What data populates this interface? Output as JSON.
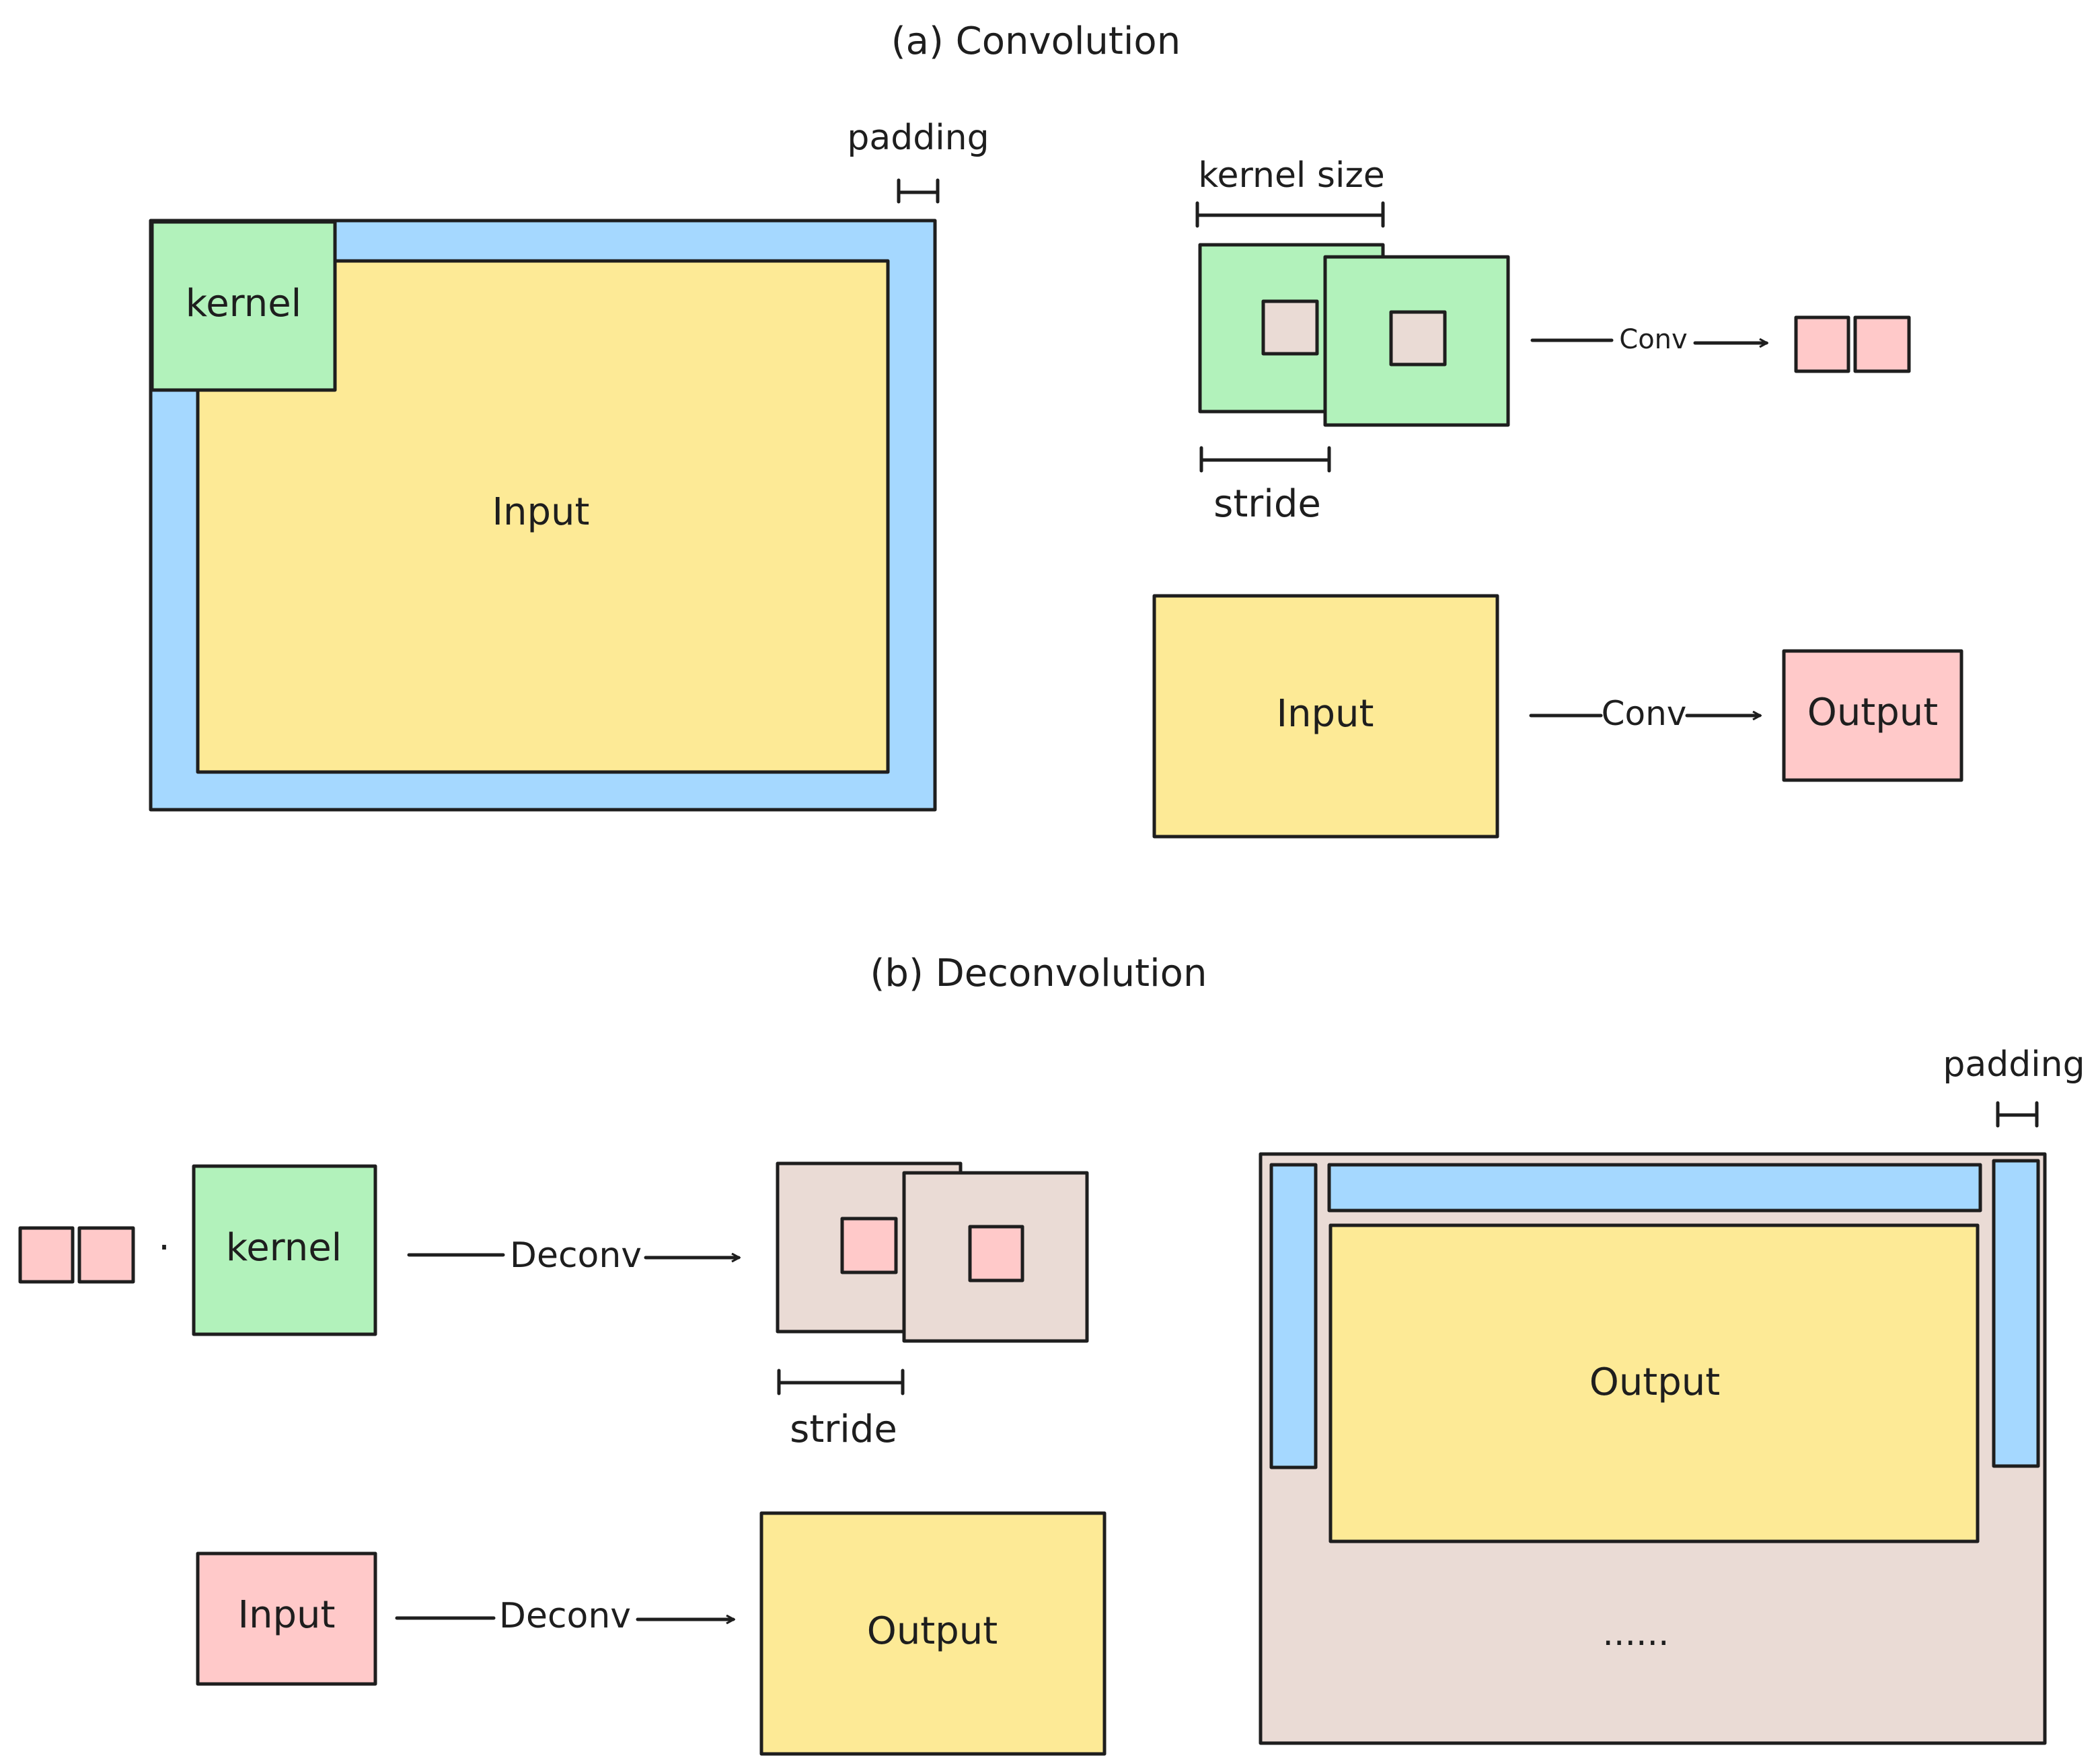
{
  "colors": {
    "input_yellow": "#fdea96",
    "padding_blue": "#a5d8ff",
    "kernel_green": "#b2f2bb",
    "output_pink": "#ffc9c9",
    "beige": "#eadbd5",
    "stroke": "#1e1e1e"
  },
  "section_a": {
    "title": "(a) Convolution",
    "padding_label": "padding",
    "kernel_label": "kernel",
    "input_label": "Input",
    "kernel_size_label": "kernel size",
    "stride_label": "stride",
    "conv_arrow_label_1": "Conv",
    "conv_arrow_label_2": "Conv",
    "input_box_label": "Input",
    "output_box_label": "Output"
  },
  "section_b": {
    "title": "(b) Deconvolution",
    "dot_symbol": "·",
    "kernel_label": "kernel",
    "deconv_arrow_label_1": "Deconv",
    "stride_label": "stride",
    "input_box_label": "Input",
    "deconv_arrow_label_2": "Deconv",
    "output_box_label": "Output",
    "padding_label": "padding",
    "big_output_label": "Output",
    "ellipsis": "......"
  }
}
